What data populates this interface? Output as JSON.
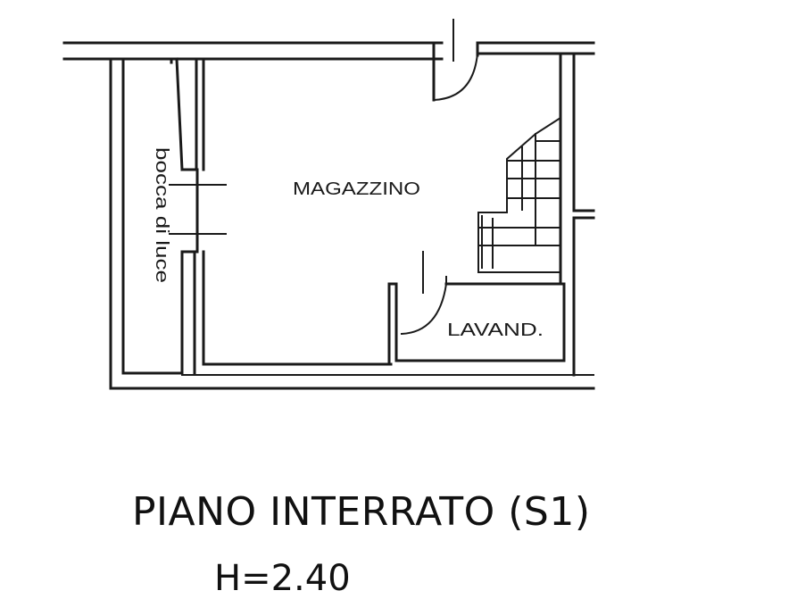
{
  "plan": {
    "rooms": {
      "magazzino": "MAGAZZINO",
      "lavanderia": "LAVAND.",
      "bocca_di_luce": "bocca di luce"
    },
    "level_title": "PIANO INTERRATO (S1)",
    "ceiling_height": "H=2.40"
  },
  "colors": {
    "ink": "#1a1a1a",
    "background": "#ffffff"
  }
}
